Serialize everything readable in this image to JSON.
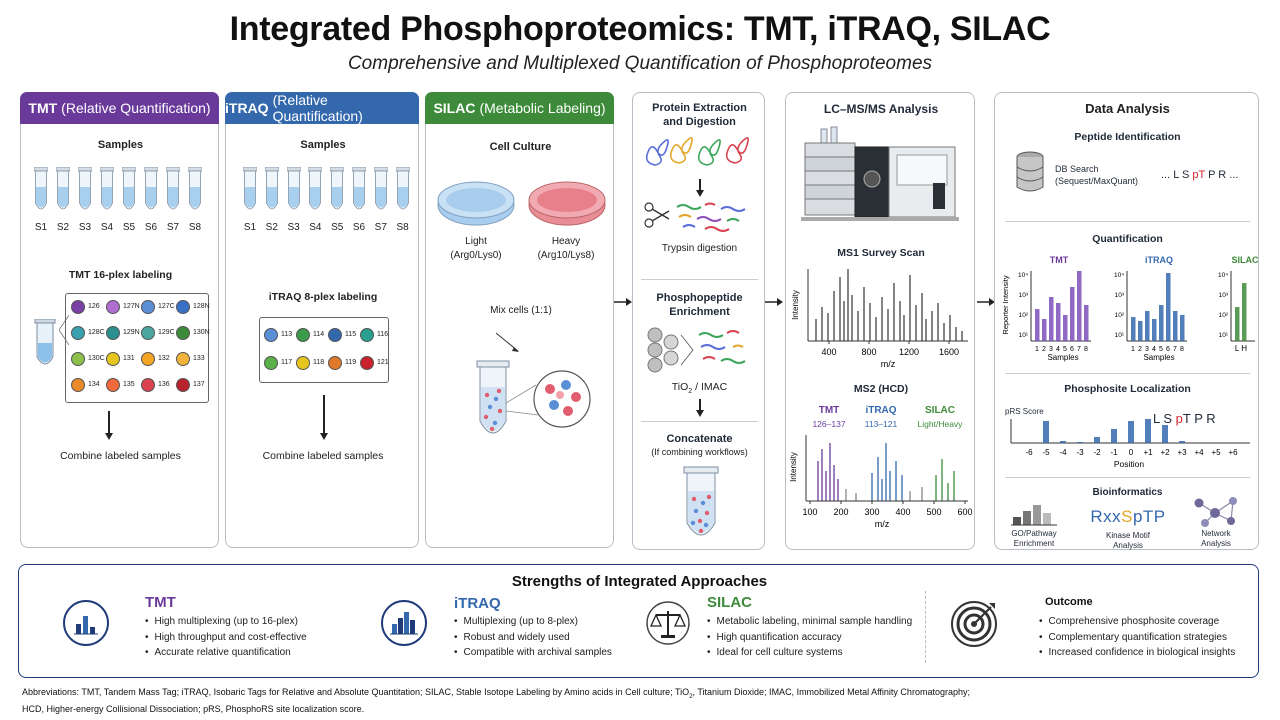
{
  "header": {
    "title": "Integrated Phosphoproteomics: TMT, iTRAQ, SILAC",
    "subtitle": "Comprehensive and Multiplexed Quantification of Phosphoproteomes"
  },
  "colors": {
    "tmt": "#6a3a9a",
    "itraq": "#3468ad",
    "silac": "#3d8b3a",
    "navy": "#1f3b7a"
  },
  "tmt": {
    "header_bold": "TMT",
    "header_rest": "(Relative Quantification)",
    "samples_title": "Samples",
    "sample_labels": [
      "S1",
      "S2",
      "S3",
      "S4",
      "S5",
      "S6",
      "S7",
      "S8"
    ],
    "labeling_title": "TMT 16-plex labeling",
    "channels": [
      "126",
      "127N",
      "127C",
      "128N",
      "128C",
      "129N",
      "129C",
      "130N",
      "130C",
      "131",
      "132",
      "133",
      "134",
      "135",
      "136",
      "137"
    ],
    "combine": "Combine labeled samples"
  },
  "itraq": {
    "header_bold": "iTRAQ",
    "header_rest": "(Relative Quantification)",
    "samples_title": "Samples",
    "sample_labels": [
      "S1",
      "S2",
      "S3",
      "S4",
      "S5",
      "S6",
      "S7",
      "S8"
    ],
    "labeling_title": "iTRAQ 8-plex labeling",
    "channels": [
      "113",
      "114",
      "115",
      "116",
      "117",
      "118",
      "119",
      "121"
    ],
    "combine": "Combine labeled samples"
  },
  "silac": {
    "header_bold": "SILAC",
    "header_rest": "(Metabolic Labeling)",
    "cell_culture": "Cell Culture",
    "light": "Light",
    "light_sub": "(Arg0/Lys0)",
    "heavy": "Heavy",
    "heavy_sub": "(Arg10/Lys8)",
    "mix": "Mix cells (1:1)"
  },
  "prep": {
    "extraction": "Protein Extraction",
    "digestion": "and Digestion",
    "trypsin": "Trypsin digestion",
    "enrich1": "Phosphopeptide",
    "enrich2": "Enrichment",
    "tio2": "TiO",
    "tio2_sub": "2",
    "imac": " / IMAC",
    "concat": "Concatenate",
    "concat_sub": "(If combining workflows)"
  },
  "lcms": {
    "title": "LC–MS/MS Analysis",
    "ms1_title": "MS1 Survey Scan",
    "ms1_ylabel": "Intensity",
    "ms1_xlabel": "m/z",
    "ms1_ticks": [
      "400",
      "800",
      "1200",
      "1600"
    ],
    "ms2_title": "MS2 (HCD)",
    "ms2_ylabel": "Intensity",
    "ms2_xlabel": "m/z",
    "ms2_ticks": [
      "100",
      "200",
      "300",
      "400",
      "500",
      "600"
    ],
    "ms2_tmt": "TMT",
    "ms2_tmt_range": "126–137",
    "ms2_itraq": "iTRAQ",
    "ms2_itraq_range": "113–121",
    "ms2_silac": "SILAC",
    "ms2_silac_range": "Light/Heavy"
  },
  "analysis": {
    "title": "Data Analysis",
    "pepid": "Peptide Identification",
    "dbsearch": "DB Search",
    "dbsearch_sub": "(Sequest/MaxQuant)",
    "seq_pre": "... L S ",
    "seq_p": "p",
    "seq_mid": "T",
    "seq_post": " P R ...",
    "quant_title": "Quantification",
    "quant_ylabel": "Reporter Intensity",
    "q_tmt": "TMT",
    "q_itraq": "iTRAQ",
    "q_silac": "SILAC",
    "q_samples": "Samples",
    "q_ticks": [
      "10⁴",
      "10³",
      "10²",
      "10¹"
    ],
    "q_xticks": [
      "1",
      "2",
      "3",
      "4",
      "5",
      "6",
      "7",
      "8"
    ],
    "q_lh": "L  H",
    "loc_title": "Phosphosite Localization",
    "prs": "pRS Score",
    "loc_seq_a": "L S ",
    "loc_seq_p": "p",
    "loc_seq_b": "T P R",
    "positions": [
      "-6",
      "-5",
      "-4",
      "-3",
      "-2",
      "-1",
      "0",
      "+1",
      "+2",
      "+3",
      "+4",
      "+5",
      "+6"
    ],
    "position_label": "Position",
    "bioinf": "Bioinformatics",
    "go1": "GO/Pathway",
    "go2": "Enrichment",
    "motif_text_a": "Rxx",
    "motif_text_b": "S",
    "motif_text_c": "pTP",
    "motif1": "Kinase Motif",
    "motif2": "Analysis",
    "net1": "Network",
    "net2": "Analysis"
  },
  "strengths": {
    "title": "Strengths of Integrated Approaches",
    "tmt_title": "TMT",
    "tmt_items": [
      "High multiplexing (up to 16-plex)",
      "High throughput and cost-effective",
      "Accurate relative quantification"
    ],
    "itraq_title": "iTRAQ",
    "itraq_items": [
      "Multiplexing (up to 8-plex)",
      "Robust and widely used",
      "Compatible with archival samples"
    ],
    "silac_title": "SILAC",
    "silac_items": [
      "Metabolic labeling, minimal sample handling",
      "High quantification accuracy",
      "Ideal for cell culture systems"
    ],
    "outcome_title": "Outcome",
    "outcome_items": [
      "Comprehensive phosphosite coverage",
      "Complementary quantification strategies",
      "Increased confidence in biological insights"
    ]
  },
  "footer": {
    "line1a": "Abbreviations: TMT, Tandem Mass Tag; iTRAQ, Isobaric Tags for Relative and Absolute Quantitation; SILAC, Stable Isotope Labeling by Amino acids in Cell culture; TiO",
    "line1sub": "2",
    "line1b": ", Titanium Dioxide; IMAC, Immobilized Metal Affinity Chromatography;",
    "line2": "HCD, Higher-energy Collisional Dissociation; pRS, PhosphoRS site localization score."
  }
}
